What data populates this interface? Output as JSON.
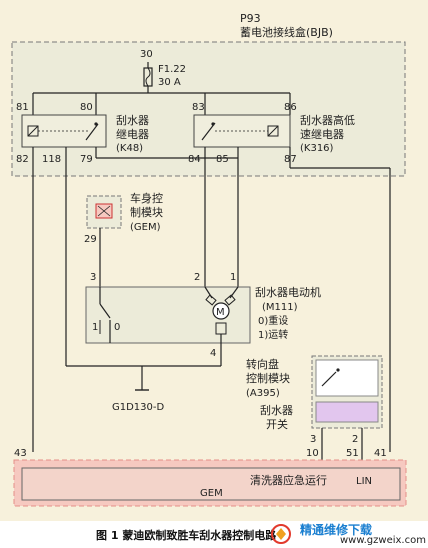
{
  "bjb": {
    "id": "P93",
    "name": "蓄电池接线盒(BJB)"
  },
  "fuse": {
    "top_pin": "30",
    "name": "F1.22",
    "rating": "30 A"
  },
  "k48": {
    "name": "刮水器",
    "name2": "继电器",
    "code": "(K48)",
    "pins": [
      "81",
      "80",
      "82",
      "118",
      "79"
    ]
  },
  "k316": {
    "name": "刮水器高低",
    "name2": "速继电器",
    "code": "(K316)",
    "pins": [
      "83",
      "86",
      "84",
      "85",
      "87"
    ]
  },
  "gem_module": {
    "name": "车身控",
    "name2": "制模块",
    "code": "(GEM)",
    "pin": "29"
  },
  "motor": {
    "name": "刮水器电动机",
    "code": "(M111)",
    "state0": "0)重设",
    "state1": "1)运转",
    "pins": [
      "3",
      "2",
      "1",
      "4"
    ],
    "switch_pos1": "1",
    "switch_pos0": "0",
    "m_label": "M"
  },
  "ground": {
    "label": "G1D130-D"
  },
  "a395": {
    "name": "转向盘",
    "name2": "控制模块",
    "code": "(A395)",
    "switch_name": "刮水器",
    "switch_name2": "开关",
    "pins_top": [
      "3",
      "2"
    ],
    "pins_bottom": [
      "10",
      "51"
    ]
  },
  "gem_bottom": {
    "name": "GEM",
    "text": "清洗器应急运行",
    "lin": "LIN",
    "pins": [
      "43",
      "41"
    ]
  },
  "caption": {
    "figure": "图 1  蒙迪欧制致胜车刮水器控制电路",
    "watermark": "精通维修下载",
    "url": "www.gzweix.com"
  },
  "colors": {
    "gem_fill": "#f6c9c0",
    "gem_border": "#e48f87",
    "switch_fill": "#e2c6ee",
    "wire": "#222222",
    "box_border": "#666666"
  }
}
